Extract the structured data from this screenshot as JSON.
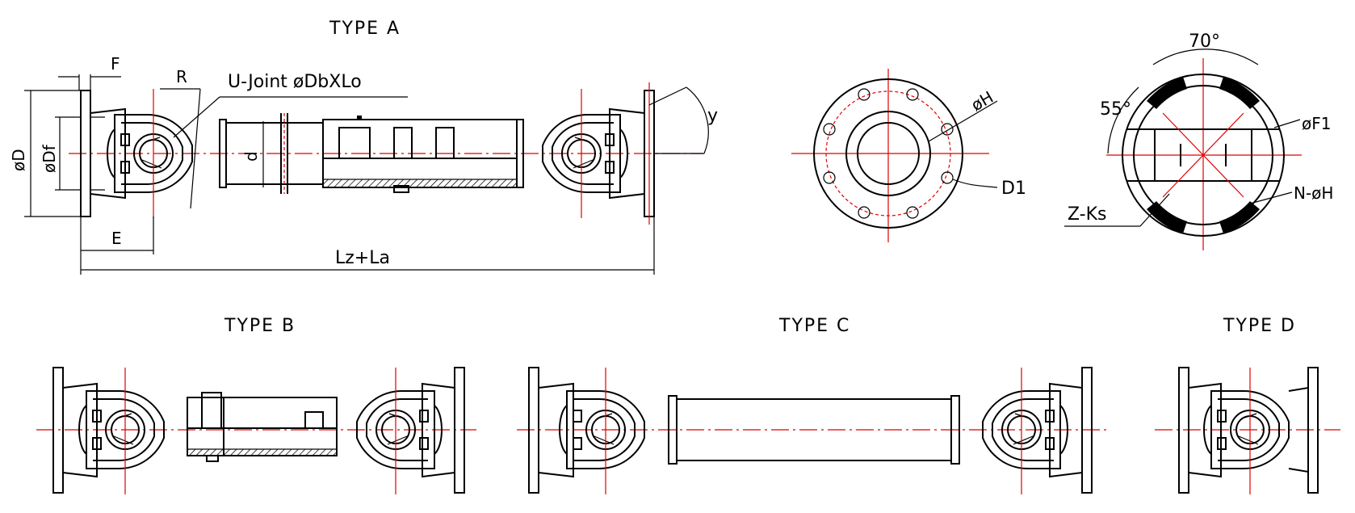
{
  "types": {
    "a": "TYPE A",
    "b": "TYPE B",
    "c": "TYPE C",
    "d": "TYPE D"
  },
  "dimensions": {
    "F": "F",
    "R": "R",
    "ujoint": "U-Joint øDbXLo",
    "y": "y",
    "D": "øD",
    "Df": "øDf",
    "d": "d",
    "E": "E",
    "length": "Lz+La"
  },
  "flange_view": {
    "H": "øH",
    "D1": "D1"
  },
  "keyed_view": {
    "angle70": "70°",
    "angle55": "55°",
    "F1": "øF1",
    "NH": "N-øH",
    "ZKs": "Z-Ks"
  },
  "colors": {
    "centerline": "#e00000",
    "outline": "#000000"
  }
}
